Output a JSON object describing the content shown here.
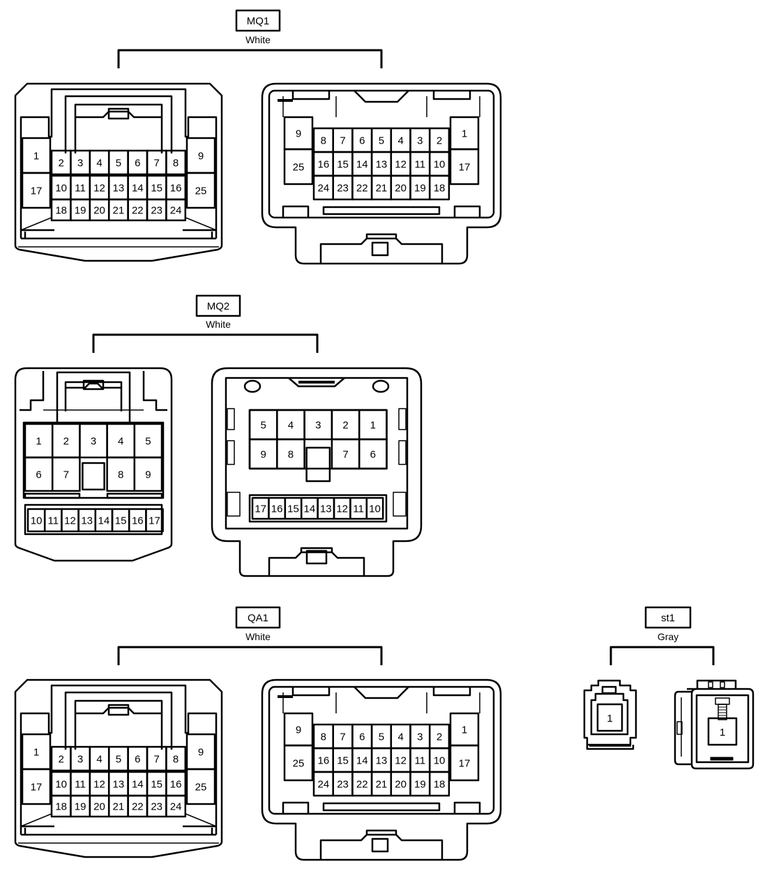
{
  "connectors": [
    {
      "id": "mq1",
      "label": "MQ1",
      "color": "White",
      "male": {
        "top": [
          "2",
          "3",
          "4",
          "5",
          "6",
          "7",
          "8"
        ],
        "mid": [
          "10",
          "11",
          "12",
          "13",
          "14",
          "15",
          "16"
        ],
        "bot": [
          "18",
          "19",
          "20",
          "21",
          "22",
          "23",
          "24"
        ],
        "left": [
          "1",
          "17"
        ],
        "right": [
          "9",
          "25"
        ]
      },
      "female": {
        "top": [
          "8",
          "7",
          "6",
          "5",
          "4",
          "3",
          "2"
        ],
        "mid": [
          "16",
          "15",
          "14",
          "13",
          "12",
          "11",
          "10"
        ],
        "bot": [
          "24",
          "23",
          "22",
          "21",
          "20",
          "19",
          "18"
        ],
        "left": [
          "9",
          "25"
        ],
        "right": [
          "1",
          "17"
        ]
      }
    },
    {
      "id": "mq2",
      "label": "MQ2",
      "color": "White",
      "male": {
        "row1": [
          "1",
          "2",
          "3",
          "4",
          "5"
        ],
        "row2": [
          "6",
          "7",
          "",
          "8",
          "9"
        ],
        "row3": [
          "10",
          "11",
          "12",
          "13",
          "14",
          "15",
          "16",
          "17"
        ]
      },
      "female": {
        "row1": [
          "5",
          "4",
          "3",
          "2",
          "1"
        ],
        "row2": [
          "9",
          "8",
          "",
          "7",
          "6"
        ],
        "row3": [
          "17",
          "16",
          "15",
          "14",
          "13",
          "12",
          "11",
          "10"
        ]
      }
    },
    {
      "id": "qa1",
      "label": "QA1",
      "color": "White",
      "male": {
        "top": [
          "2",
          "3",
          "4",
          "5",
          "6",
          "7",
          "8"
        ],
        "mid": [
          "10",
          "11",
          "12",
          "13",
          "14",
          "15",
          "16"
        ],
        "bot": [
          "18",
          "19",
          "20",
          "21",
          "22",
          "23",
          "24"
        ],
        "left": [
          "1",
          "17"
        ],
        "right": [
          "9",
          "25"
        ]
      },
      "female": {
        "top": [
          "8",
          "7",
          "6",
          "5",
          "4",
          "3",
          "2"
        ],
        "mid": [
          "16",
          "15",
          "14",
          "13",
          "12",
          "11",
          "10"
        ],
        "bot": [
          "24",
          "23",
          "22",
          "21",
          "20",
          "19",
          "18"
        ],
        "left": [
          "9",
          "25"
        ],
        "right": [
          "1",
          "17"
        ]
      }
    },
    {
      "id": "st1",
      "label": "st1",
      "color": "Gray",
      "male": {
        "pins": [
          "1"
        ]
      },
      "female": {
        "pins": [
          "1"
        ]
      }
    }
  ]
}
